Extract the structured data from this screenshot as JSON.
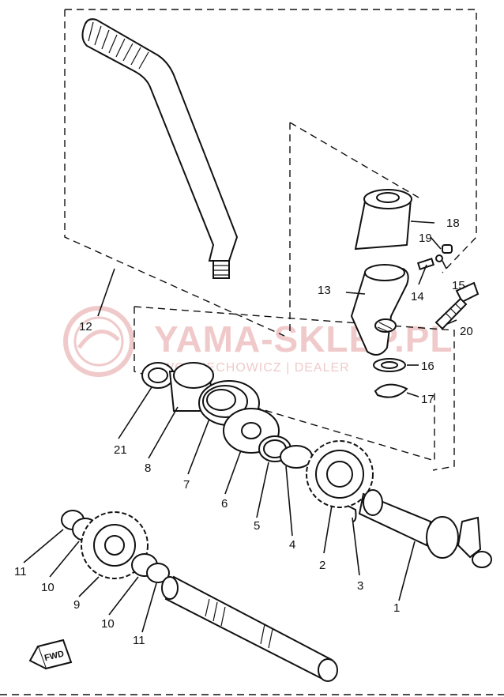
{
  "watermark": {
    "main": "YAMA-SKLEP.PL",
    "sub": "WOJCIECHOWICZ | DEALER"
  },
  "direction_badge": "FWD",
  "callouts": [
    {
      "id": "1",
      "text": "1"
    },
    {
      "id": "2",
      "text": "2"
    },
    {
      "id": "3",
      "text": "3"
    },
    {
      "id": "4",
      "text": "4"
    },
    {
      "id": "5",
      "text": "5"
    },
    {
      "id": "6",
      "text": "6"
    },
    {
      "id": "7",
      "text": "7"
    },
    {
      "id": "8",
      "text": "8"
    },
    {
      "id": "9",
      "text": "9"
    },
    {
      "id": "10a",
      "text": "10"
    },
    {
      "id": "10b",
      "text": "10"
    },
    {
      "id": "11a",
      "text": "11"
    },
    {
      "id": "11b",
      "text": "11"
    },
    {
      "id": "12",
      "text": "12"
    },
    {
      "id": "13",
      "text": "13"
    },
    {
      "id": "14",
      "text": "14"
    },
    {
      "id": "15",
      "text": "15"
    },
    {
      "id": "16",
      "text": "16"
    },
    {
      "id": "17",
      "text": "17"
    },
    {
      "id": "18",
      "text": "18"
    },
    {
      "id": "19",
      "text": "19"
    },
    {
      "id": "20",
      "text": "20"
    },
    {
      "id": "21",
      "text": "21"
    }
  ],
  "colors": {
    "ink": "#111111",
    "watermark": "#f0caca"
  }
}
